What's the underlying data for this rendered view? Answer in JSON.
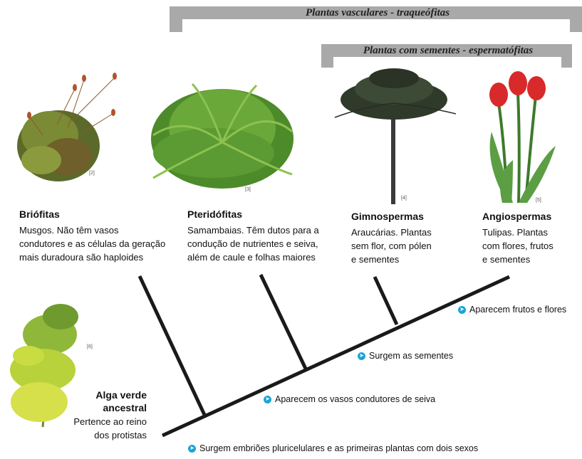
{
  "brackets": {
    "vascular": "Plantas vasculares - traqueófitas",
    "seeds": "Plantas com sementes - espermatófitas"
  },
  "groups": {
    "briofitas": {
      "title": "Briófitas",
      "lines": [
        "Musgos. Não têm vasos",
        "condutores e as células da geração",
        "mais duradoura são haploides"
      ],
      "credit": "[2]"
    },
    "pteridofitas": {
      "title": "Pteridófitas",
      "lines": [
        "Samambaias. Têm dutos para a",
        "condução de nutrientes e seiva,",
        "além de caule e folhas maiores"
      ],
      "credit": "[3]"
    },
    "gimnospermas": {
      "title": "Gimnospermas",
      "lines": [
        "Araucárias. Plantas",
        "sem flor, com pólen",
        "e sementes"
      ],
      "credit": "[4]"
    },
    "angiospermas": {
      "title": "Angiospermas",
      "lines": [
        "Tulipas. Plantas",
        "com flores, frutos",
        "e sementes"
      ],
      "credit": "[5]"
    },
    "alga": {
      "title": [
        "Alga verde",
        "ancestral"
      ],
      "lines": [
        "Pertence ao reino",
        "dos protistas"
      ],
      "credit": "[6]"
    }
  },
  "milestones": {
    "m1": "Surgem embriões pluricelulares e as primeiras plantas com dois sexos",
    "m2": "Aparecem os vasos condutores de seiva",
    "m3": "Surgem as sementes",
    "m4": "Aparecem frutos e flores"
  },
  "colors": {
    "accent": "#1aa5d6",
    "bracket": "#a9a9a9",
    "tree": "#1a1a1a"
  }
}
